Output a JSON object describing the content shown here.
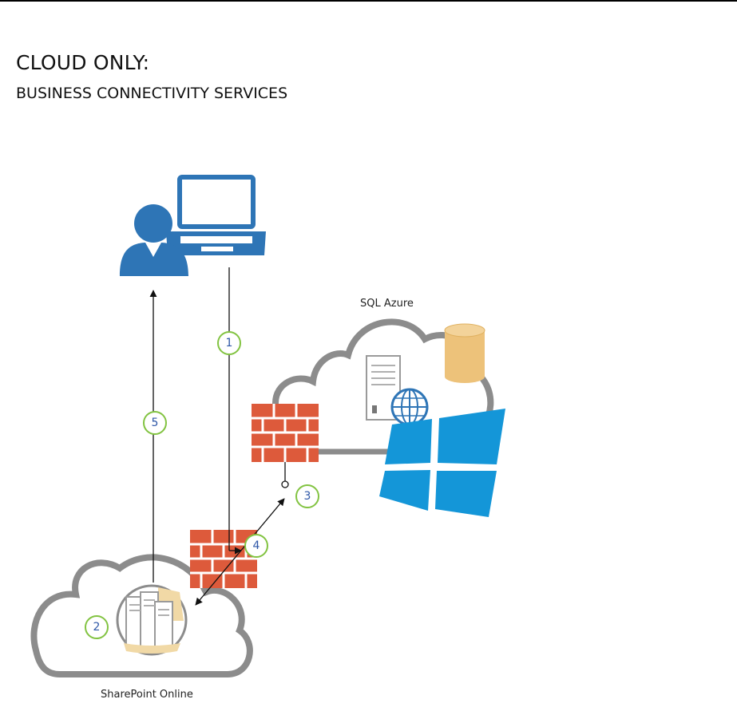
{
  "title": "CLOUD ONLY:",
  "subtitle": "BUSINESS CONNECTIVITY SERVICES",
  "labels": {
    "sql_azure": "SQL Azure",
    "sharepoint_online": "SharePoint Online"
  },
  "steps": [
    "1",
    "2",
    "3",
    "4",
    "5"
  ],
  "icons": [
    "user-icon",
    "laptop-icon",
    "cloud-icon",
    "database-icon",
    "server-icon",
    "globe-icon",
    "windows-logo-icon",
    "firewall-icon",
    "sharepoint-server-icon"
  ],
  "colors": {
    "user_blue": "#2e75b6",
    "firewall_red": "#dd5a3b",
    "windows_blue": "#1496d8",
    "database_gold": "#edc27a",
    "cloud_grey": "#8c8c8c",
    "step_green": "#82c341",
    "step_text": "#2e57a7"
  }
}
